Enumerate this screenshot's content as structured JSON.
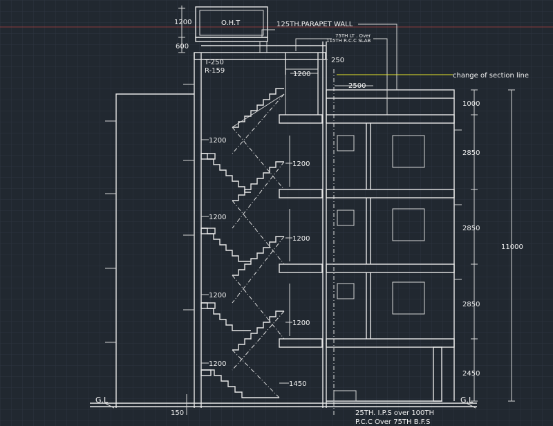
{
  "labels": {
    "oht": "O.H.T",
    "parapet": "125TH.PARAPET WALL",
    "lintel_line1": "75TH LT . Over",
    "lintel_line2": "115TH R.C.C SLAB",
    "tread": "T-250",
    "riser": "R-159",
    "change_section": "change of section line",
    "ips_line1": "25TH. I.P.S over 100TH",
    "ips_line2": "P.C.C Over 75TH B.F.S",
    "gl_left": "G.L",
    "gl_right": "G.L"
  },
  "dimensions": {
    "oht_height": "1200",
    "oht_base": "600",
    "gap_250": "250",
    "top_1200": "1200",
    "span_2500": "2500",
    "parapet_1000": "1000",
    "floor_2850_a": "2850",
    "floor_2850_b": "2850",
    "floor_2850_c": "2850",
    "ground_2450": "2450",
    "total_11000": "11000",
    "plinth_150": "150",
    "landing_a": "1200",
    "landing_b": "1200",
    "landing_c": "1200",
    "landing_d": "1200",
    "landing_e": "1200",
    "landing_f": "1200",
    "landing_g": "1200",
    "bottom_1450": "1450"
  },
  "colors": {
    "background": "#212830",
    "grid": "#2d3540",
    "lines": "#e8e8e8",
    "leader_yellow": "#e6e62a",
    "border_red": "#b04040"
  }
}
